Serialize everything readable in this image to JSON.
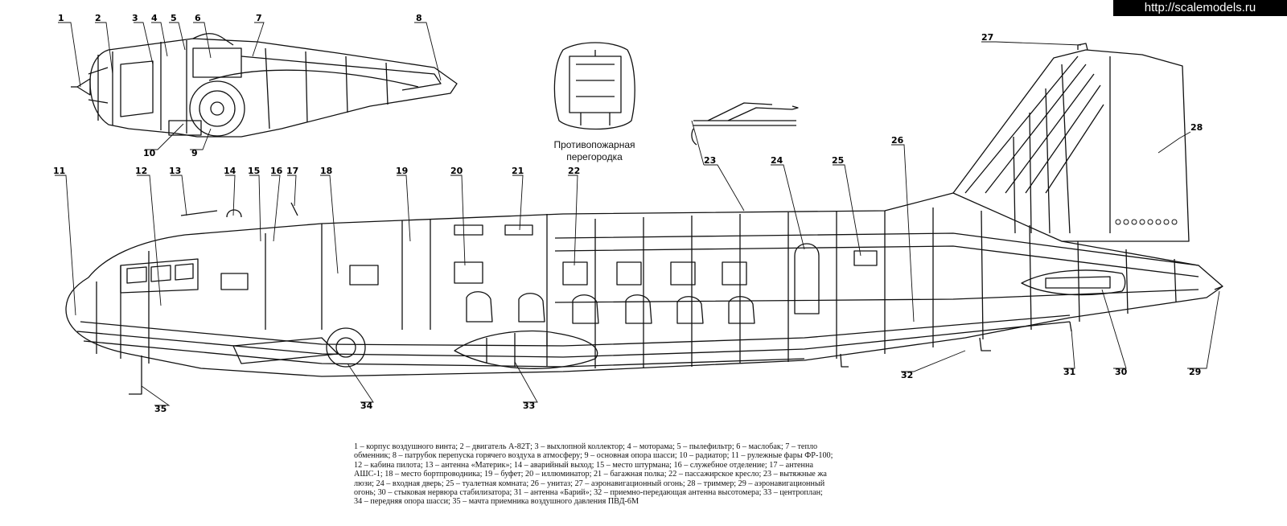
{
  "watermark": "http://scalemodels.ru",
  "firewall_label": [
    "Противопожарная",
    "перегородка"
  ],
  "callouts": [
    "1",
    "2",
    "3",
    "4",
    "5",
    "6",
    "7",
    "8",
    "9",
    "10",
    "11",
    "12",
    "13",
    "14",
    "15",
    "16",
    "17",
    "18",
    "19",
    "20",
    "21",
    "22",
    "23",
    "24",
    "25",
    "26",
    "27",
    "28",
    "29",
    "30",
    "31",
    "32",
    "33",
    "34",
    "35"
  ],
  "caption_lines": [
    "1 – корпус воздушного винта; 2 – двигатель А-82Т; 3 – выхлопной коллектор; 4 – моторама; 5 – пылефильтр; 6 – маслобак; 7 – тепло",
    "обменник; 8 – патрубок перепуска горячего воздуха в атмосферу; 9 – основная опора шасси; 10 – радиатор; 11 – рулежные фары ФР-100;",
    "12 – кабина пилота; 13 – антенна «Материк»; 14 – аварийный выход; 15 – место штурмана; 16 – служебное отделение; 17 – антенна",
    "АШС-1; 18 – место бортпроводника; 19 – буфет; 20 – иллюминатор; 21 – багажная полка; 22 – пассажирское кресло; 23 – вытяжные жа",
    "люзи; 24 – входная дверь; 25 – туалетная комната; 26 – унитаз; 27 – аэронавигационный огонь; 28 – триммер; 29 – аэронавигационный",
    "огонь; 30 – стыковая нервюра стабилизатора; 31 – антенна «Барий»; 32 – приемно-передающая антенна высотомера; 33 – центроплан;",
    "34 – передняя опора шасси; 35 – мачта приемника воздушного давления ПВД-6М"
  ]
}
